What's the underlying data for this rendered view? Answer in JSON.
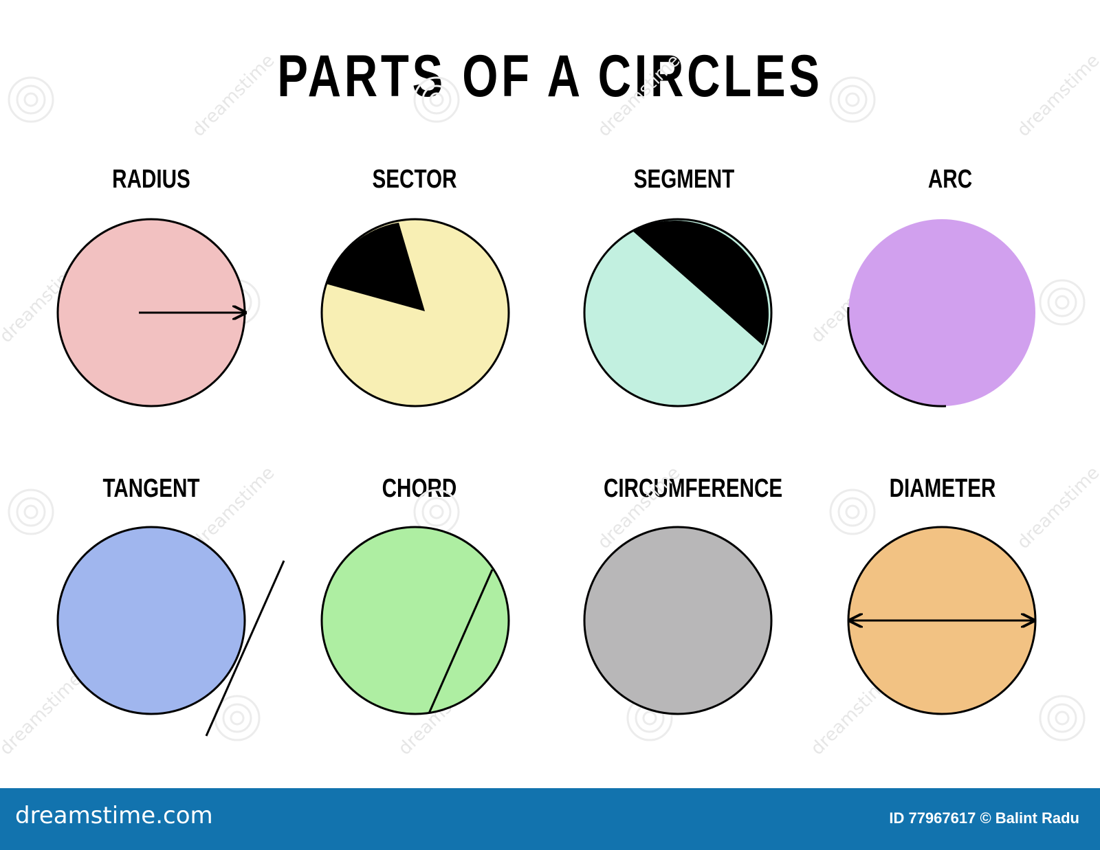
{
  "title": "PARTS OF A CIRCLES",
  "parts": [
    {
      "label": "RADIUS",
      "fill": "#f2c1c1"
    },
    {
      "label": "SECTOR",
      "fill": "#f8efb4"
    },
    {
      "label": "SEGMENT",
      "fill": "#c2f0e0"
    },
    {
      "label": "ARC",
      "fill": "#d1a0ee"
    },
    {
      "label": "TANGENT",
      "fill": "#a0b6ee"
    },
    {
      "label": "CHORD",
      "fill": "#aeeea2"
    },
    {
      "label": "CIRCUMFERENCE",
      "fill": "#b8b7b8"
    },
    {
      "label": "DIAMETER",
      "fill": "#f2c283"
    }
  ],
  "footer": {
    "brand": "dreamstime.com",
    "id_text": "ID 77967617 © Balint Radu",
    "background": "#1273ae"
  },
  "watermark": "dreamstime"
}
